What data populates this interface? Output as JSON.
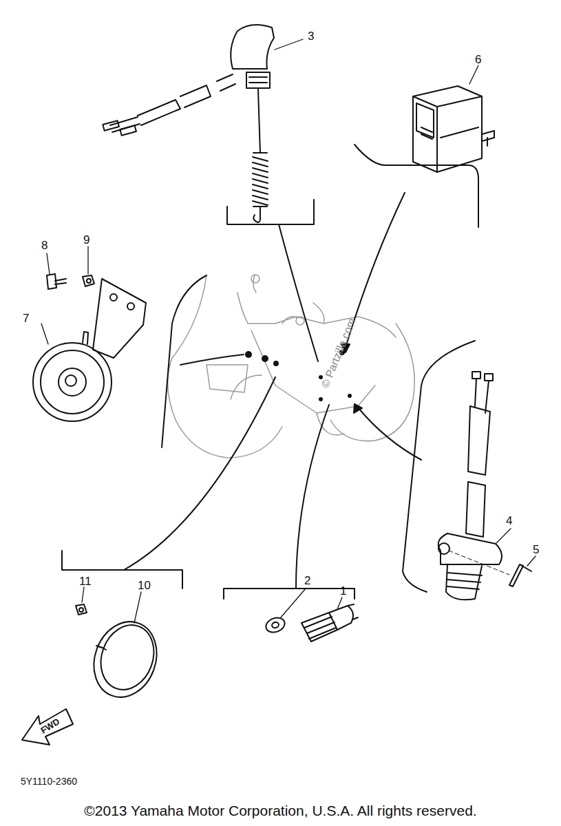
{
  "diagram": {
    "caption": "©2013 Yamaha Motor Corporation, U.S.A. All rights reserved.",
    "labels": [
      "3",
      "6",
      "8",
      "9",
      "7",
      "4",
      "5",
      "11",
      "10",
      "2",
      "1",
      "FWD",
      "5Y1110-2360",
      "© Partzilla.com"
    ]
  }
}
